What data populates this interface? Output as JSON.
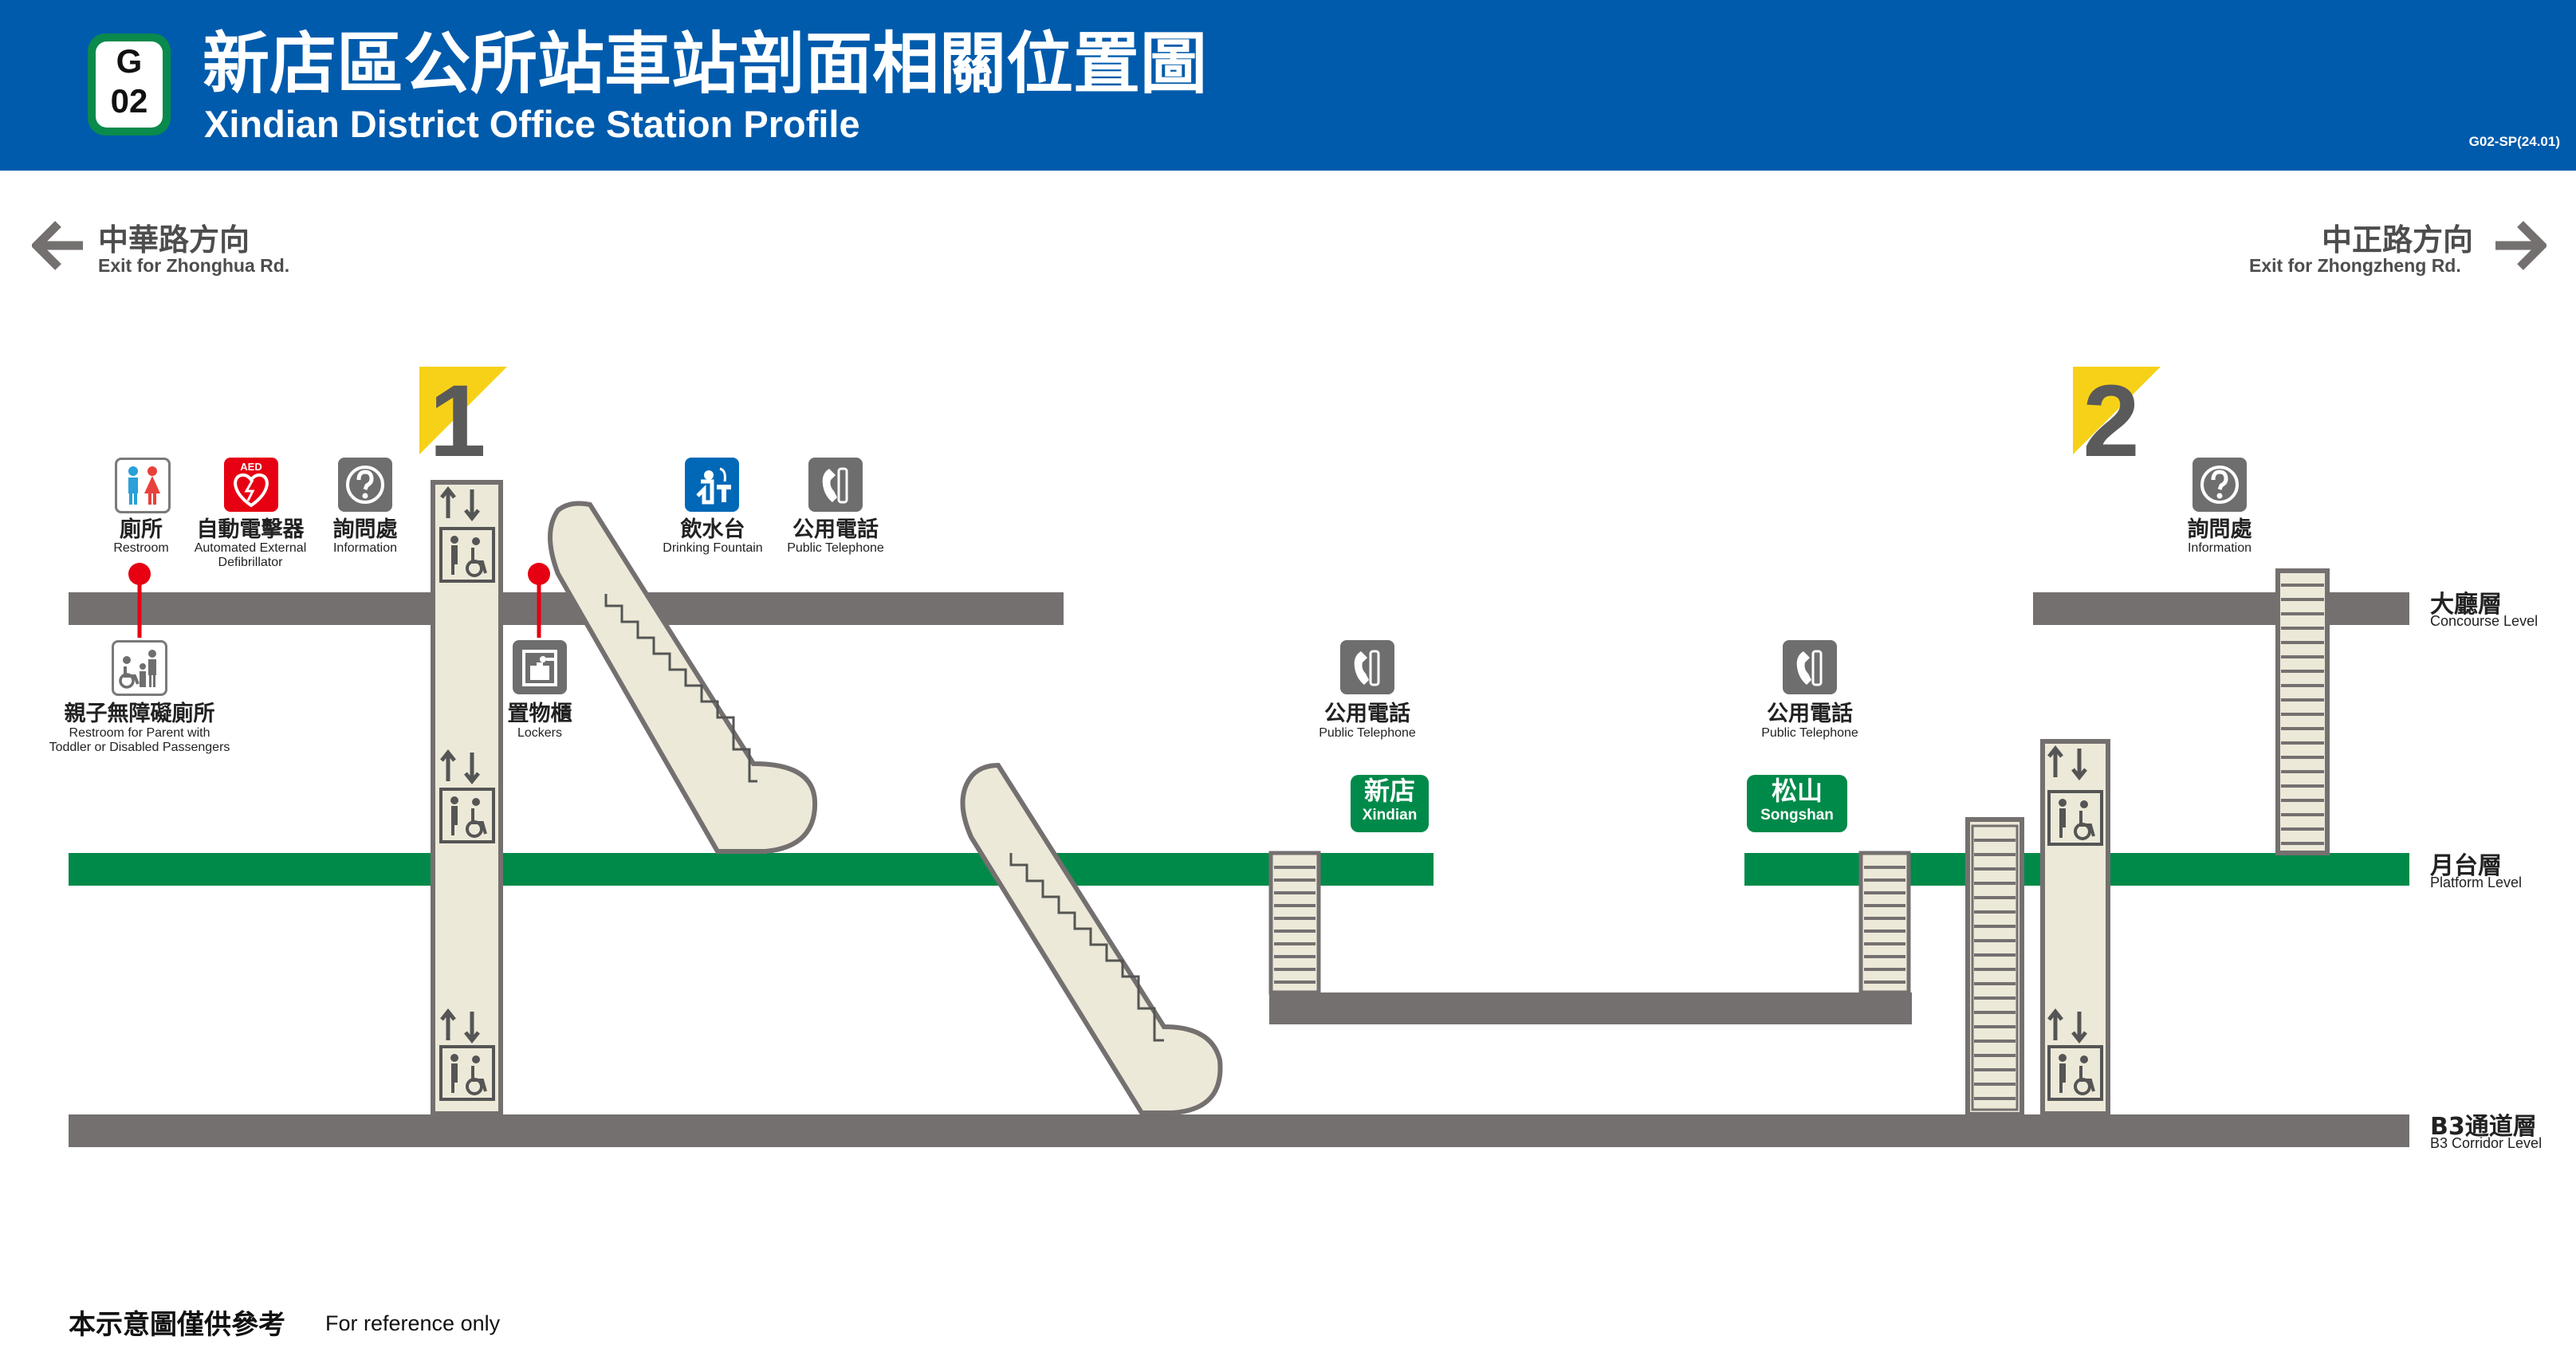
{
  "header": {
    "badge_line": "G",
    "badge_number": "02",
    "title_zh": "新店區公所站車站剖面相關位置圖",
    "title_en": "Xindian District Office Station Profile",
    "code": "G02-SP(24.01)"
  },
  "directions": {
    "left": {
      "zh": "中華路方向",
      "en": "Exit for Zhonghua Rd."
    },
    "right": {
      "zh": "中正路方向",
      "en": "Exit for Zhongzheng Rd."
    }
  },
  "exits": [
    "1",
    "2"
  ],
  "facilities": {
    "restroom": {
      "zh": "廁所",
      "en": "Restroom",
      "icon": "restroom-icon"
    },
    "aed": {
      "zh": "自動電擊器",
      "en_line1": "Automated External",
      "en_line2": "Defibrillator",
      "icon_text": "AED",
      "icon": "aed-icon"
    },
    "info_left": {
      "zh": "詢問處",
      "en": "Information",
      "icon": "information-icon"
    },
    "drinking": {
      "zh": "飲水台",
      "en": "Drinking Fountain",
      "icon": "drinking-fountain-icon"
    },
    "phone_top": {
      "zh": "公用電話",
      "en": "Public Telephone",
      "icon": "telephone-icon"
    },
    "info_right": {
      "zh": "詢問處",
      "en": "Information",
      "icon": "information-icon"
    },
    "family_restroom": {
      "zh": "親子無障礙廁所",
      "en_line1": "Restroom for Parent with",
      "en_line2": "Toddler or Disabled Passengers",
      "icon": "accessible-family-restroom-icon"
    },
    "lockers": {
      "zh": "置物櫃",
      "en": "Lockers",
      "icon": "locker-icon"
    },
    "phone_platform_left": {
      "zh": "公用電話",
      "en": "Public Telephone",
      "icon": "telephone-icon"
    },
    "phone_platform_right": {
      "zh": "公用電話",
      "en": "Public Telephone",
      "icon": "telephone-icon"
    }
  },
  "destinations": {
    "xindian": {
      "zh": "新店",
      "en": "Xindian"
    },
    "songshan": {
      "zh": "松山",
      "en": "Songshan"
    }
  },
  "levels": {
    "concourse": {
      "zh": "大廳層",
      "en": "Concourse Level"
    },
    "platform": {
      "zh": "月台層",
      "en": "Platform Level"
    },
    "corridor": {
      "zh": "B3通道層",
      "en": "B3 Corridor Level"
    }
  },
  "footer": {
    "zh": "本示意圖僅供參考",
    "en": "For reference only"
  },
  "colors": {
    "header_blue": "#005bac",
    "line_green": "#008a4a",
    "level_grey": "#757070",
    "structure_fill": "#ece9d8",
    "exit_yellow": "#f7d117",
    "aed_red": "#e60012",
    "fountain_blue": "#0068b7",
    "pin_red": "#e60012"
  }
}
